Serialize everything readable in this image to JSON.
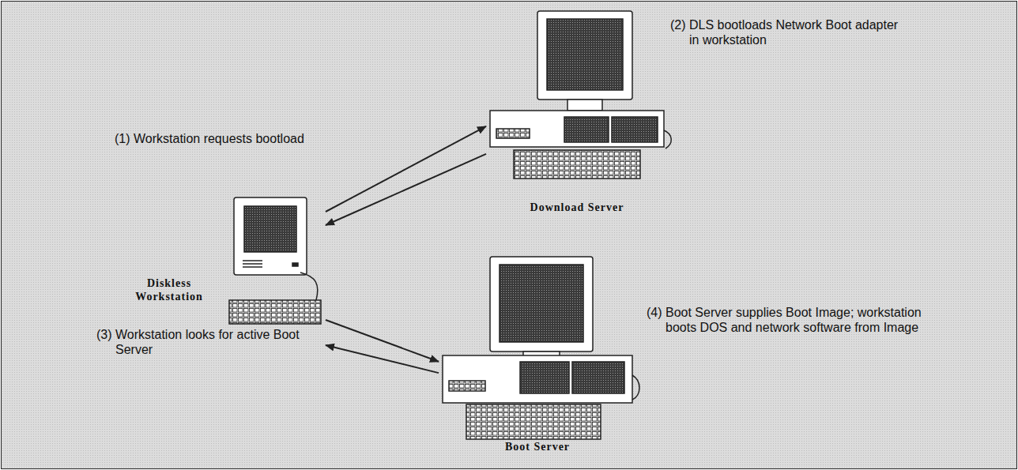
{
  "diagram": {
    "nodes": [
      {
        "text": [
          "Diskless Workstation"
        ]
      },
      {
        "text": [
          "Download Server"
        ]
      },
      {
        "text": [
          "Boot Server"
        ]
      }
    ],
    "edges": [
      {
        "from": 0,
        "to": 1,
        "arrow": "to"
      },
      {
        "from": 1,
        "to": 0,
        "arrow": "to"
      },
      {
        "from": 0,
        "to": 2,
        "arrow": "to"
      },
      {
        "from": 2,
        "to": 0,
        "arrow": "to"
      }
    ],
    "labels": [
      "(1) Workstation requests bootload",
      "(2) DLS bootloads Network Boot adapter in workstation",
      "(3) Workstation looks for active Boot Server",
      "(4) Boot Server supplies Boot Image; workstation boots DOS and network software from Image"
    ]
  }
}
